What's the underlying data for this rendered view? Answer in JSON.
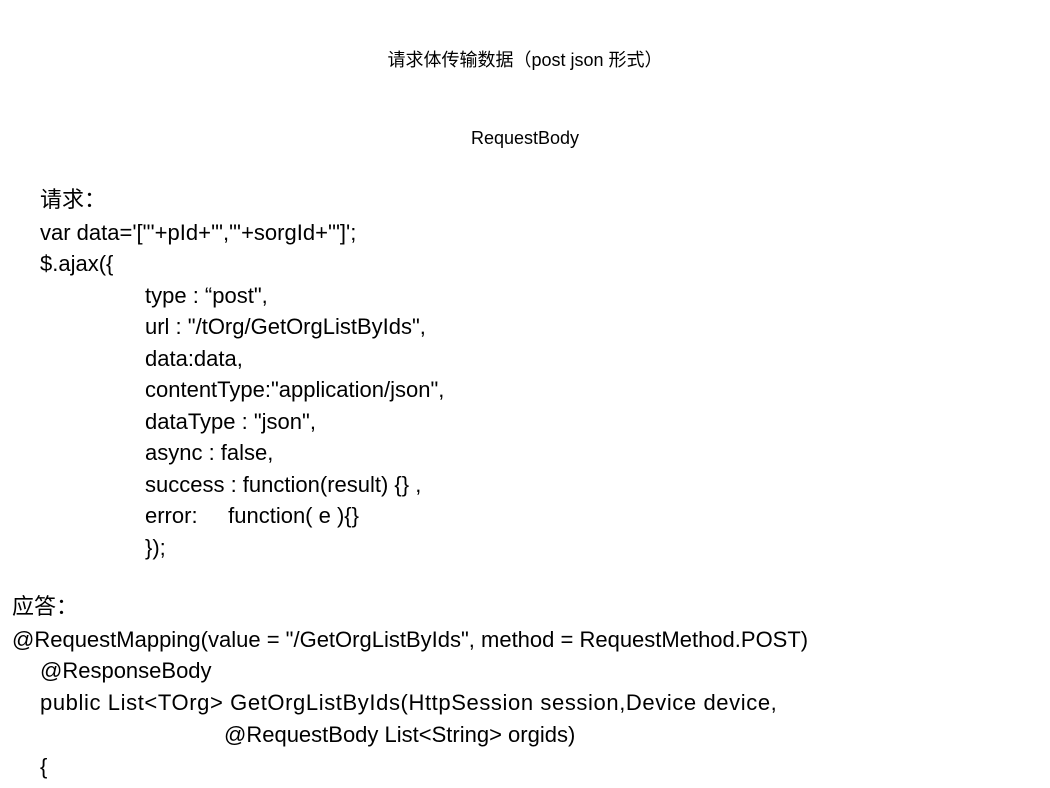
{
  "title": {
    "line1": "请求体传输数据（post json 形式）",
    "line2": "RequestBody"
  },
  "request": {
    "heading": "请求：",
    "lines": [
      "var data='[\"'+pId+'\",\"'+sorgId+'\"]';",
      "$.ajax({",
      "type : “post\",",
      "url : \"/tOrg/GetOrgListByIds\",",
      "data:data,",
      "contentType:\"application/json\",",
      "dataType : \"json\",",
      "async : false,",
      "success : function(result) {} ,",
      "error:     function( e ){}",
      "});"
    ]
  },
  "response": {
    "heading": "应答：",
    "lines": [
      "@RequestMapping(value = \"/GetOrgListByIds\", method = RequestMethod.POST)",
      "@ResponseBody",
      "public List<TOrg> GetOrgListByIds(HttpSession session,Device device,",
      "@RequestBody List<String> orgids)",
      "{"
    ]
  }
}
